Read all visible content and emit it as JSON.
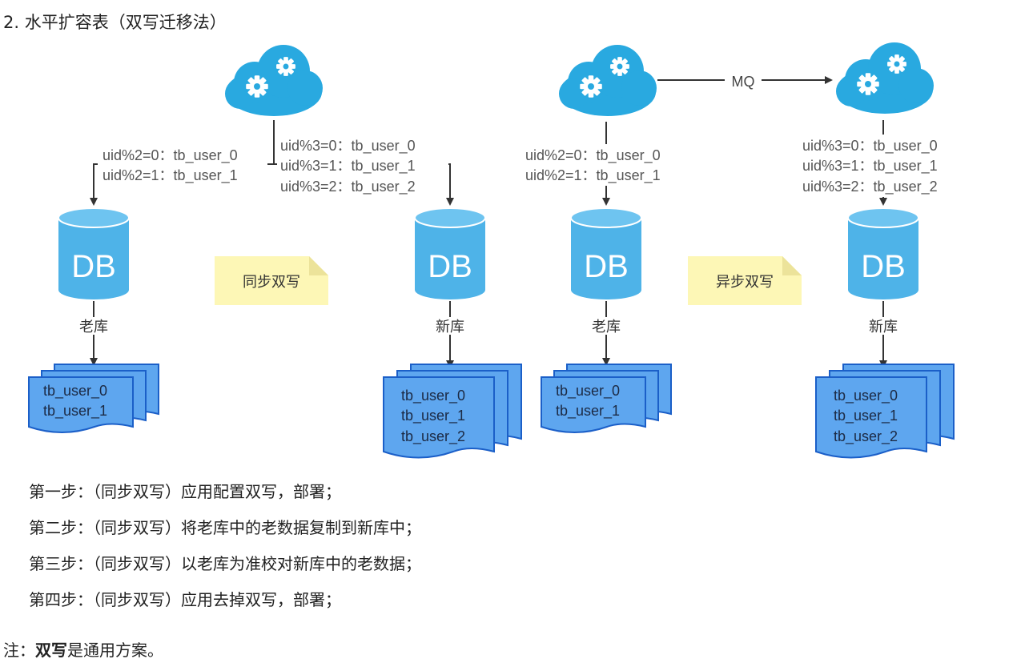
{
  "title": "2. 水平扩容表（双写迁移法）",
  "colors": {
    "cloud": "#29a9e0",
    "db": "#4eb3e8",
    "table_doc": "#5ea6ef",
    "table_doc_border": "#1b5fc8",
    "note_bg": "#fdf7b6",
    "note_fold": "#ece39a",
    "arrow": "#333333"
  },
  "diagram": {
    "mq_label": "MQ",
    "sync_note": "同步双写",
    "async_note": "异步双写",
    "db_text": "DB",
    "panels": [
      {
        "db_label": "老库",
        "route_rules": [
          "uid%2=0：tb_user_0",
          "uid%2=1：tb_user_1"
        ],
        "tables": [
          "tb_user_0",
          "tb_user_1"
        ]
      },
      {
        "db_label": "新库",
        "route_rules": [
          "uid%3=0：tb_user_0",
          "uid%3=1：tb_user_1",
          "uid%3=2：tb_user_2"
        ],
        "tables": [
          "tb_user_0",
          "tb_user_1",
          "tb_user_2"
        ]
      },
      {
        "db_label": "老库",
        "route_rules": [
          "uid%2=0：tb_user_0",
          "uid%2=1：tb_user_1"
        ],
        "tables": [
          "tb_user_0",
          "tb_user_1"
        ]
      },
      {
        "db_label": "新库",
        "route_rules": [
          "uid%3=0：tb_user_0",
          "uid%3=1：tb_user_1",
          "uid%3=2：tb_user_2"
        ],
        "tables": [
          "tb_user_0",
          "tb_user_1",
          "tb_user_2"
        ]
      }
    ]
  },
  "steps": [
    "第一步：（同步双写）应用配置双写，部署；",
    "第二步：（同步双写）将老库中的老数据复制到新库中；",
    "第三步：（同步双写）以老库为准校对新库中的老数据；",
    "第四步：（同步双写）应用去掉双写，部署；"
  ],
  "note": {
    "prefix": "注：",
    "bold": "双写",
    "rest": "是通用方案。"
  }
}
